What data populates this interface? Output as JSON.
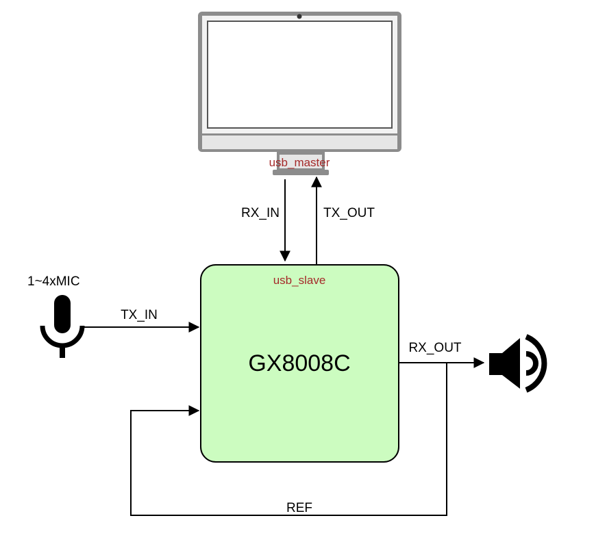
{
  "labels": {
    "usb_master": "usb_master",
    "usb_slave": "usb_slave",
    "chip": "GX8008C",
    "rx_in": "RX_IN",
    "tx_out": "TX_OUT",
    "mic_count": "1~4xMIC",
    "tx_in": "TX_IN",
    "rx_out": "RX_OUT",
    "ref": "REF"
  },
  "colors": {
    "chip_fill": "#ccfcc0",
    "usb_label": "#a52a2a",
    "monitor_frame": "#8c8c8c",
    "monitor_screen": "#ffffff"
  },
  "icons": {
    "computer": "desktop-monitor-icon",
    "microphone": "microphone-icon",
    "speaker": "speaker-icon"
  }
}
